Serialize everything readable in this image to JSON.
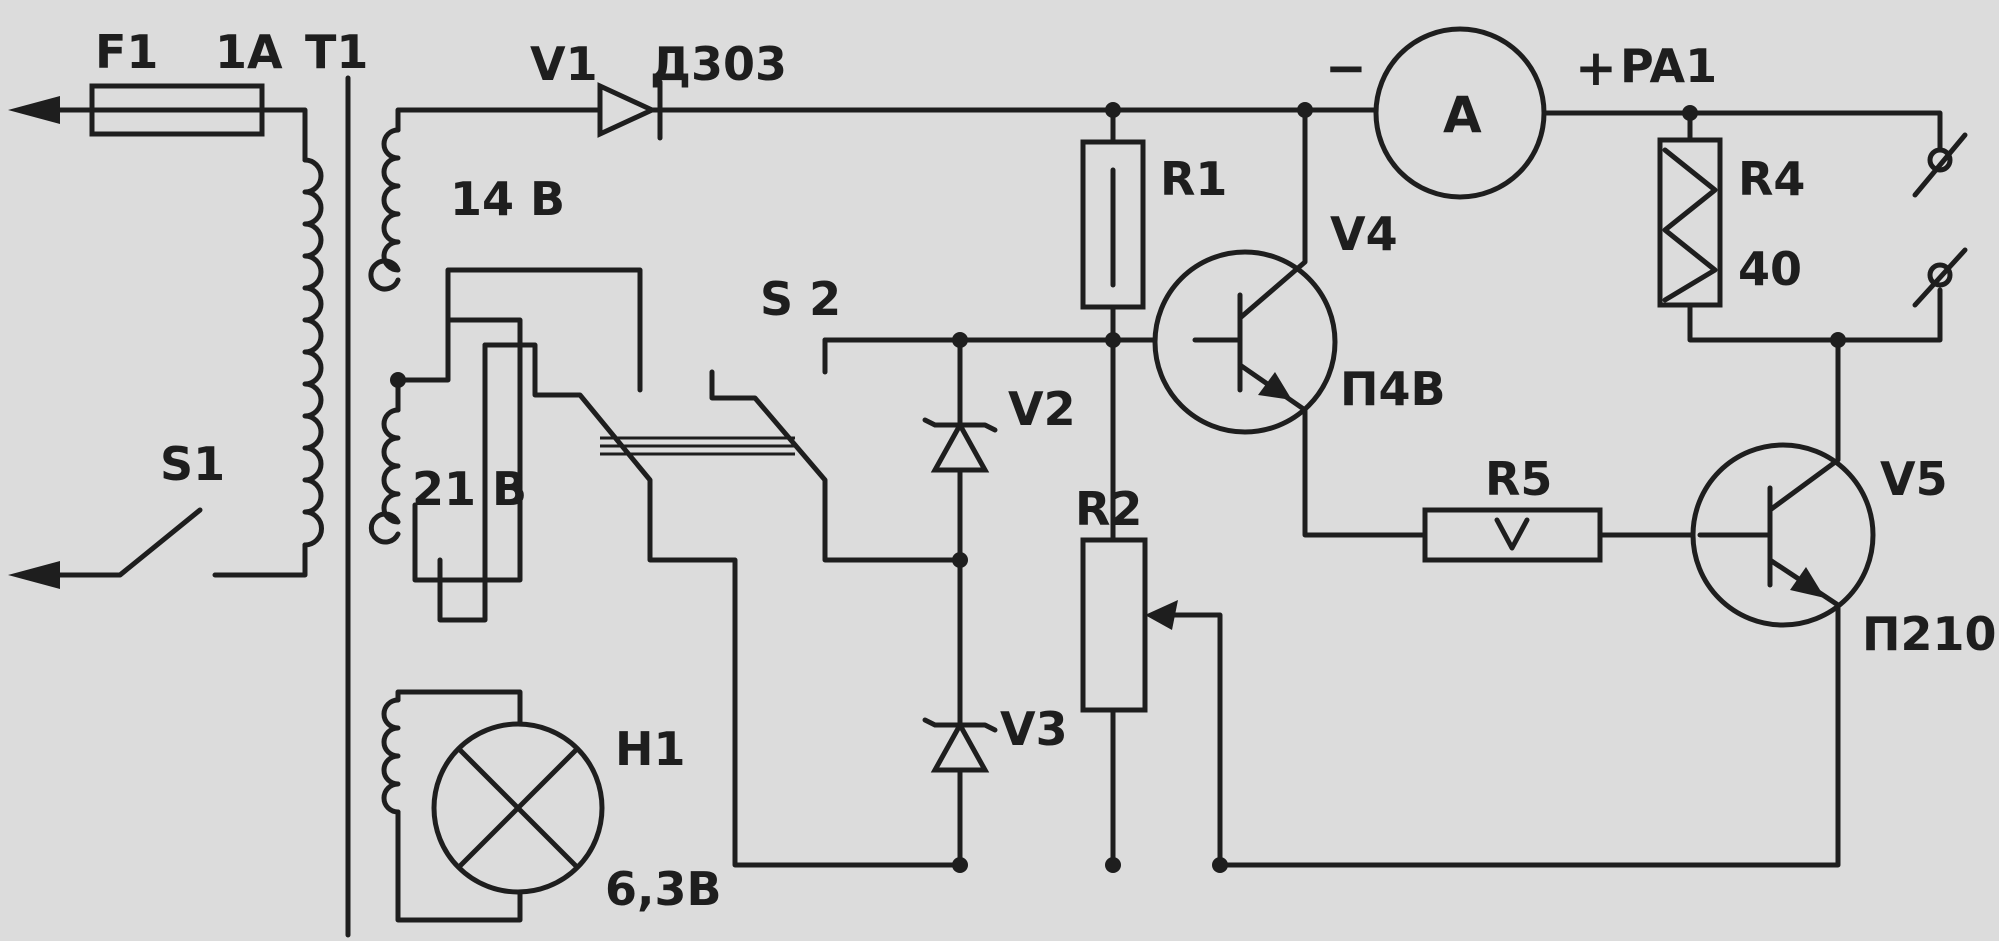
{
  "labels": {
    "fuse": "F1",
    "fuse_rating": "1A",
    "transformer": "T1",
    "diode": "V1",
    "diode_type": "Д303",
    "minus": "−",
    "plus": "+",
    "ammeter_ref": "PA1",
    "ammeter_symbol": "A",
    "winding_14": "14 В",
    "winding_21": "21 В",
    "switch1": "S1",
    "switch2": "S 2",
    "r1": "R1",
    "r2": "R2",
    "r4": "R4",
    "r4_value": "40",
    "r5": "R5",
    "v2": "V2",
    "v3": "V3",
    "v4": "V4",
    "v4_type": "П4В",
    "v5": "V5",
    "v5_type": "П210",
    "lamp": "H1",
    "lamp_voltage": "6,3В"
  },
  "colors": {
    "ink": "#1e1e1e",
    "paper": "#dcdcdc"
  }
}
